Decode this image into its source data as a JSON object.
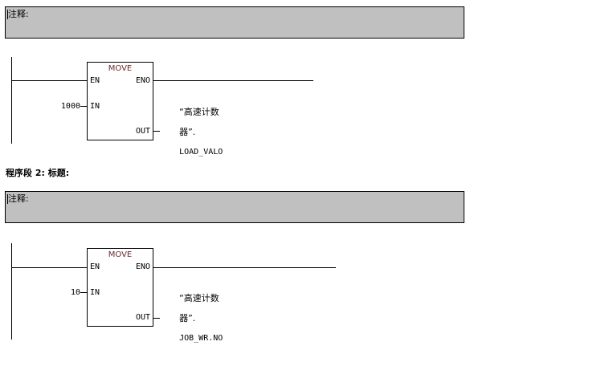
{
  "editor": {
    "type": "ladder-logic-lad-editor",
    "background_color": "#ffffff",
    "comment_box_color": "#c0c0c0",
    "block_title_color": "#6b2a2a",
    "line_color": "#000000"
  },
  "networks": [
    {
      "id": "network-1",
      "title": "",
      "comment_label": "注释:",
      "block": {
        "name": "MOVE",
        "pins": {
          "en": "EN",
          "eno": "ENO",
          "in": "IN",
          "out": "OUT"
        },
        "input_value": "1000",
        "output_operand_line1": "“高速计数",
        "output_operand_line2": "器”.",
        "output_operand_line3": "LOAD_VALO",
        "output_operand_full": "“高速计数器”.LOAD_VALO"
      }
    },
    {
      "id": "network-2",
      "title": "程序段 2: 标题:",
      "comment_label": "注释:",
      "block": {
        "name": "MOVE",
        "pins": {
          "en": "EN",
          "eno": "ENO",
          "in": "IN",
          "out": "OUT"
        },
        "input_value": "10",
        "output_operand_line1": "“高速计数",
        "output_operand_line2": "器”.",
        "output_operand_line3": "JOB_WR.NO",
        "output_operand_full": "“高速计数器”.JOB_WR.NO"
      }
    }
  ]
}
